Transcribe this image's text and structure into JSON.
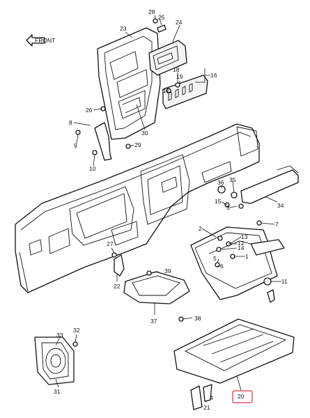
{
  "diagram": {
    "highlight_color": "#d9344a",
    "front_marker": "FRONT",
    "callouts": [
      {
        "id": "c28",
        "text": "28"
      },
      {
        "id": "c25",
        "text": "25"
      },
      {
        "id": "c23",
        "text": "23"
      },
      {
        "id": "c24",
        "text": "24"
      },
      {
        "id": "c18",
        "text": "18"
      },
      {
        "id": "c19",
        "text": "19"
      },
      {
        "id": "c16",
        "text": "16"
      },
      {
        "id": "c17",
        "text": "17"
      },
      {
        "id": "c26",
        "text": "26"
      },
      {
        "id": "c8",
        "text": "8"
      },
      {
        "id": "c9",
        "text": "9"
      },
      {
        "id": "c30",
        "text": "30"
      },
      {
        "id": "c29",
        "text": "29"
      },
      {
        "id": "c10",
        "text": "10"
      },
      {
        "id": "c36",
        "text": "36"
      },
      {
        "id": "c35",
        "text": "35"
      },
      {
        "id": "c3",
        "text": "3"
      },
      {
        "id": "c34",
        "text": "34"
      },
      {
        "id": "c15",
        "text": "15"
      },
      {
        "id": "c7",
        "text": "7"
      },
      {
        "id": "c2",
        "text": "2"
      },
      {
        "id": "c13",
        "text": "13"
      },
      {
        "id": "c12",
        "text": "12"
      },
      {
        "id": "c14",
        "text": "14"
      },
      {
        "id": "c1",
        "text": "1"
      },
      {
        "id": "c5",
        "text": "5"
      },
      {
        "id": "c6",
        "text": "6"
      },
      {
        "id": "c27",
        "text": "27"
      },
      {
        "id": "c39",
        "text": "39"
      },
      {
        "id": "c22",
        "text": "22"
      },
      {
        "id": "c11",
        "text": "11"
      },
      {
        "id": "c37",
        "text": "37"
      },
      {
        "id": "c38",
        "text": "38"
      },
      {
        "id": "c33",
        "text": "33"
      },
      {
        "id": "c32",
        "text": "32"
      },
      {
        "id": "c31",
        "text": "31"
      },
      {
        "id": "c20",
        "text": "20"
      },
      {
        "id": "c21",
        "text": "21"
      },
      {
        "id": "c4",
        "text": "4"
      }
    ]
  }
}
